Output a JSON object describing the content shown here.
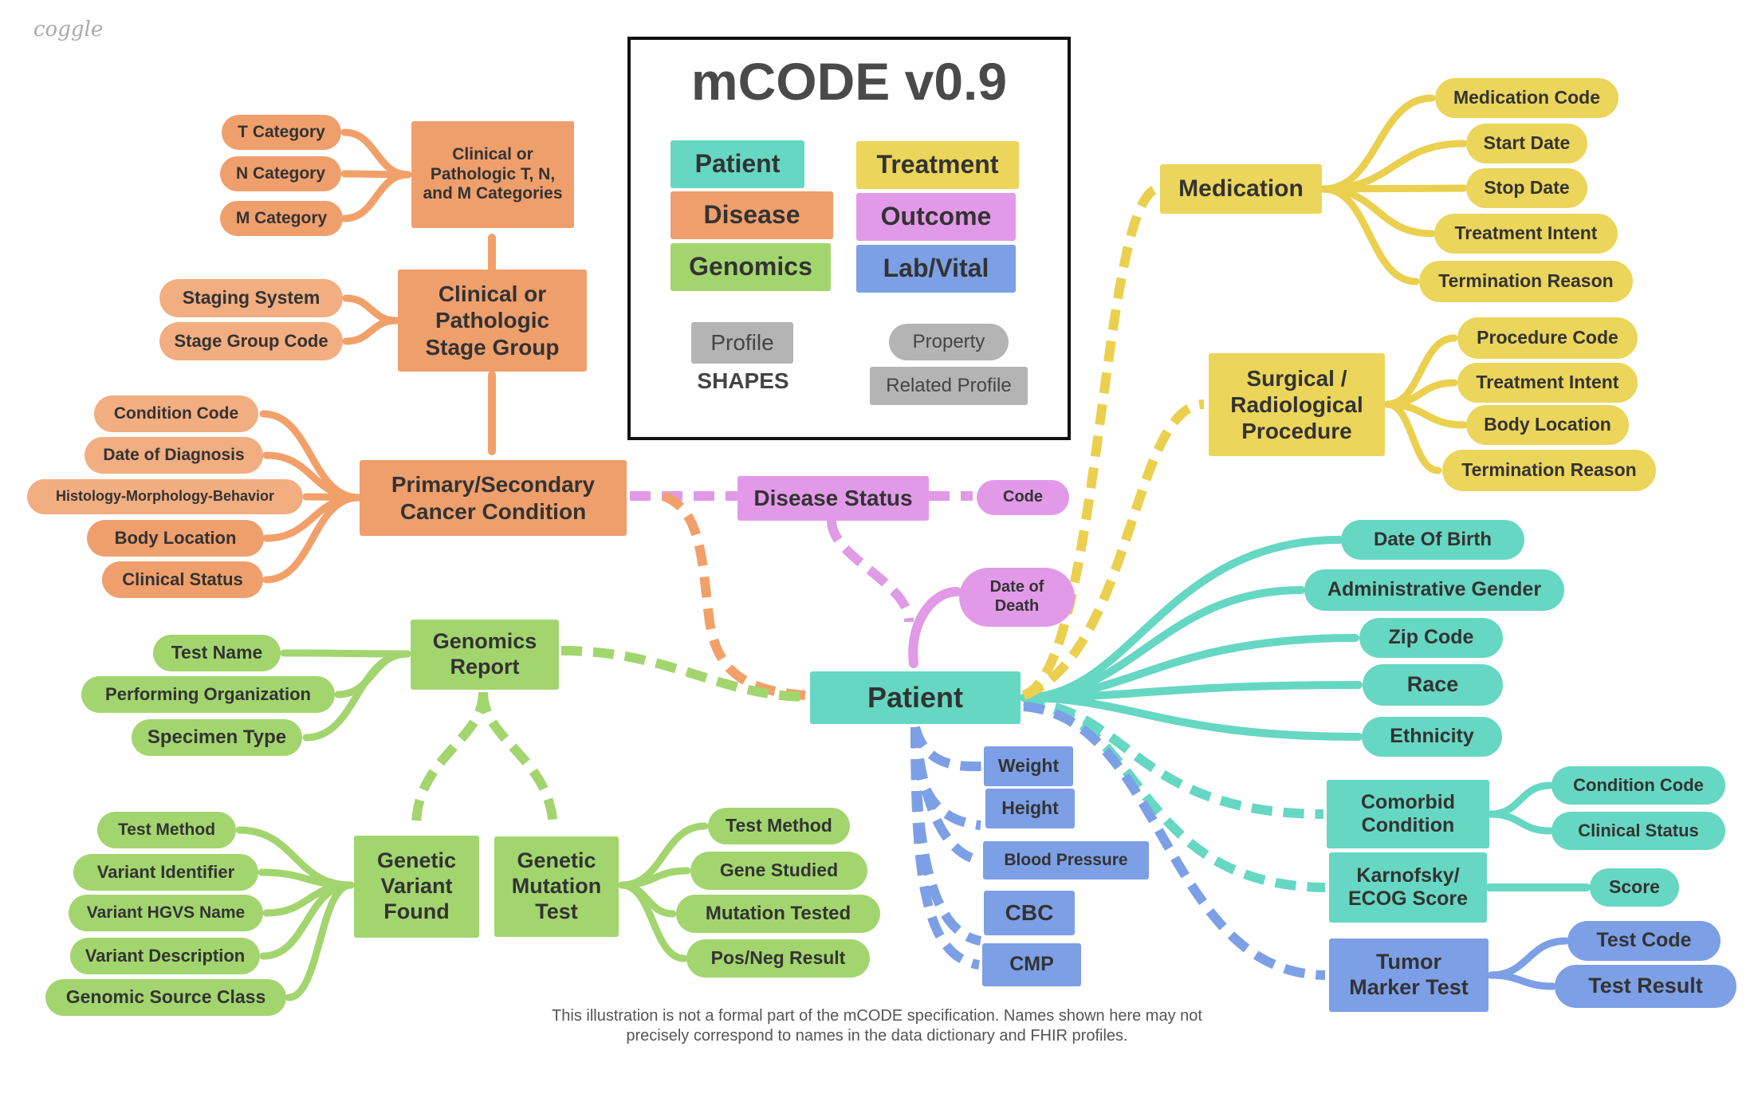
{
  "logo": "coggle",
  "title": "mCODE v0.9",
  "legend": {
    "categories": [
      {
        "label": "Patient",
        "color": "#66d7c2"
      },
      {
        "label": "Treatment",
        "color": "#ebd55a"
      },
      {
        "label": "Disease",
        "color": "#ef9f6c"
      },
      {
        "label": "Outcome",
        "color": "#e29ae8"
      },
      {
        "label": "Genomics",
        "color": "#a3d56f"
      },
      {
        "label": "Lab/Vital",
        "color": "#7d9fe6"
      }
    ],
    "shapes": {
      "profile": "Profile",
      "property": "Property",
      "related_profile": "Related Profile",
      "label": "SHAPES"
    }
  },
  "disease": {
    "tnm_categories": "Clinical or Pathologic T, N, and M Categories",
    "t_category": "T Category",
    "n_category": "N Category",
    "m_category": "M Category",
    "stage_group": "Clinical or Pathologic Stage Group",
    "staging_system": "Staging System",
    "stage_group_code": "Stage Group Code",
    "primary_condition": "Primary/Secondary Cancer Condition",
    "condition_code": "Condition Code",
    "date_of_diagnosis": "Date of Diagnosis",
    "histology": "Histology-Morphology-Behavior",
    "body_location": "Body Location",
    "clinical_status": "Clinical Status"
  },
  "outcome": {
    "disease_status": "Disease Status",
    "code": "Code",
    "date_of_death": "Date of Death"
  },
  "genomics": {
    "report": "Genomics Report",
    "test_name": "Test Name",
    "performing_org": "Performing Organization",
    "specimen_type": "Specimen Type",
    "variant_found": "Genetic Variant Found",
    "test_method": "Test Method",
    "variant_identifier": "Variant Identifier",
    "variant_hgvs": "Variant HGVS Name",
    "variant_description": "Variant Description",
    "genomic_source_class": "Genomic Source Class",
    "mutation_test": "Genetic Mutation Test",
    "mt_test_method": "Test Method",
    "gene_studied": "Gene Studied",
    "mutation_tested": "Mutation Tested",
    "pos_neg_result": "Pos/Neg Result"
  },
  "patient": {
    "label": "Patient",
    "date_of_birth": "Date Of Birth",
    "gender": "Administrative Gender",
    "zip": "Zip Code",
    "race": "Race",
    "ethnicity": "Ethnicity",
    "comorbid": "Comorbid Condition",
    "comorbid_code": "Condition Code",
    "comorbid_status": "Clinical Status",
    "karnofsky": "Karnofsky/ ECOG Score",
    "score": "Score"
  },
  "lab": {
    "weight": "Weight",
    "height": "Height",
    "blood_pressure": "Blood Pressure",
    "cbc": "CBC",
    "cmp": "CMP",
    "tumor_marker": "Tumor Marker Test",
    "test_code": "Test Code",
    "test_result": "Test Result"
  },
  "treatment": {
    "medication": "Medication",
    "medication_code": "Medication Code",
    "start_date": "Start Date",
    "stop_date": "Stop Date",
    "treatment_intent": "Treatment Intent",
    "termination_reason": "Termination Reason",
    "procedure": "Surgical / Radiological Procedure",
    "procedure_code": "Procedure Code",
    "proc_treatment_intent": "Treatment Intent",
    "proc_body_location": "Body Location",
    "proc_termination_reason": "Termination Reason"
  },
  "disclaimer": "This illustration is not a formal part of the mCODE specification. Names shown here may not precisely correspond to names in the data dictionary and FHIR profiles."
}
